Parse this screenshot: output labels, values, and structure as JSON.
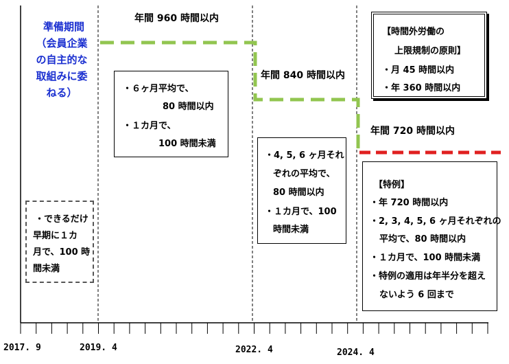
{
  "prep": {
    "lines": [
      "準備期間",
      "（会員企業",
      "の自主的な",
      "取組みに委",
      "ねる）"
    ]
  },
  "labels": {
    "annual960": "年間 960 時間以内",
    "annual840": "年間 840 時間以内",
    "annual720": "年間 720 時間以内"
  },
  "boxes": {
    "voluntary": [
      "・できるだけ",
      "早期に１カ",
      "月で、100 時",
      "間未満"
    ],
    "phase1": [
      "・６ヶ月平均で、",
      "80 時間以内",
      "・１カ月で、",
      "100 時間未満"
    ],
    "phase2": [
      "・4, 5, 6 ヶ月それ",
      "ぞれの平均で、",
      "80 時間以内",
      "・１カ月で、100",
      "時間未満"
    ],
    "principle": [
      "【時間外労働の",
      "上限規制の原則】",
      "・月 45 時間以内",
      "・年 360 時間以内"
    ],
    "special": [
      "【特例】",
      "・年 720 時間以内",
      "・2, 3, 4, 5, 6 ヶ月それぞれの",
      "平均で、80 時間以内",
      "・１カ月で、100 時間未満",
      "・特例の適用は年半分を超え",
      "ないよう 6 回まで"
    ]
  },
  "dates": [
    "2017. 9",
    "2019. 4",
    "2022. 4",
    "2024. 4"
  ],
  "colors": {
    "green": "#92c550",
    "red": "#e02020",
    "blue": "#1a2fd0"
  }
}
